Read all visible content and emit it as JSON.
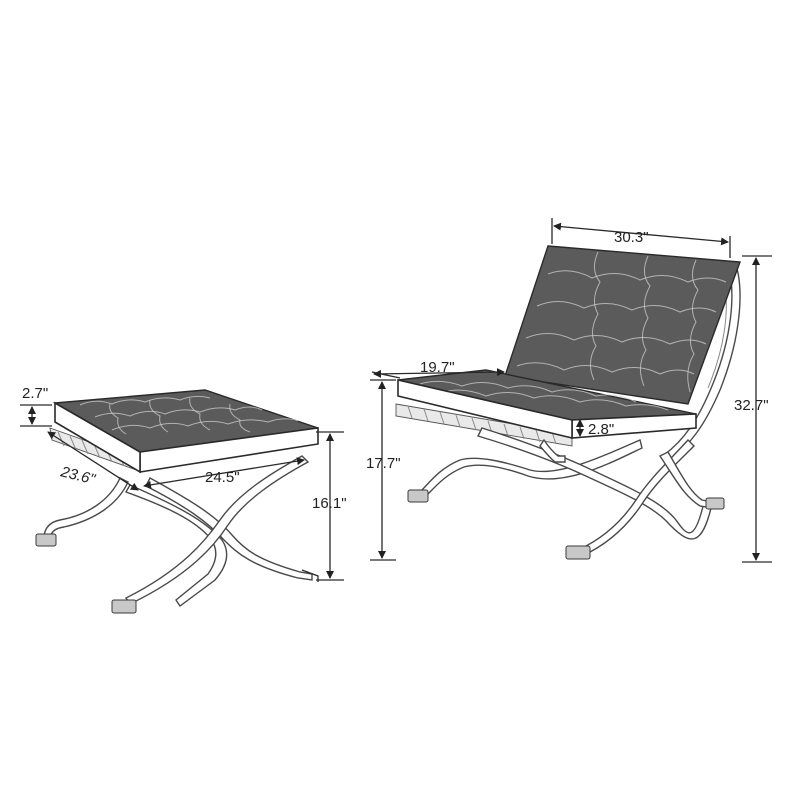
{
  "dimensions": {
    "ottoman_cushion_height": "2.7\"",
    "ottoman_depth": "23.6\"",
    "ottoman_width": "24.5\"",
    "ottoman_height": "16.1\"",
    "chair_width": "30.3\"",
    "chair_seat_depth": "19.7\"",
    "chair_seat_cushion_height": "2.8\"",
    "chair_seat_height": "17.7\"",
    "chair_total_height": "32.7\""
  },
  "colors": {
    "cushion": "#5b5b5b",
    "line": "#2a2a2a",
    "frame": "#4a4a4a"
  }
}
